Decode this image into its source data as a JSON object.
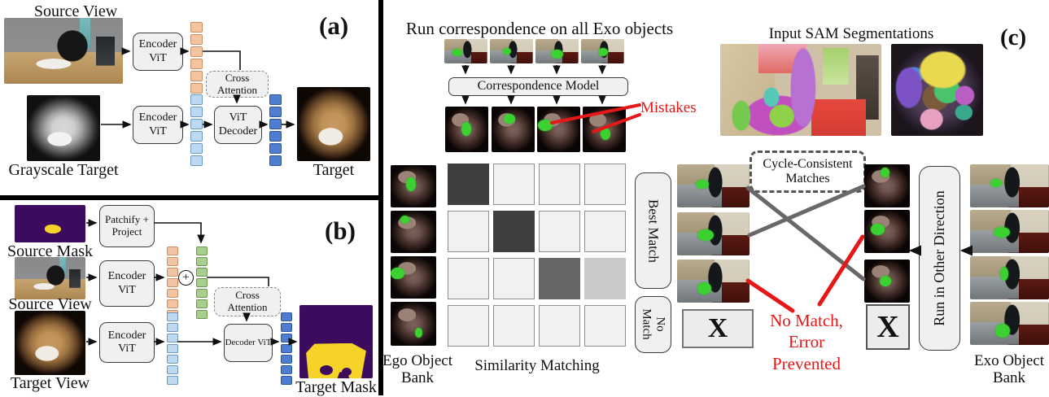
{
  "panels": {
    "a": {
      "label": "(a)",
      "source_view_label": "Source View",
      "grayscale_target_label": "Grayscale Target",
      "target_label": "Target",
      "encoder_vit_top": "Encoder ViT",
      "encoder_vit_bottom": "Encoder ViT",
      "cross_attention": "Cross Attention",
      "vit_decoder": "ViT Decoder"
    },
    "b": {
      "label": "(b)",
      "source_mask_label": "Source Mask",
      "source_view_label": "Source View",
      "target_view_label": "Target View",
      "target_mask_label": "Target Mask",
      "patchify_project": "Patchify + Project",
      "encoder_vit_top": "Encoder ViT",
      "encoder_vit_bottom": "Encoder ViT",
      "cross_attention": "Cross Attention",
      "decoder_vit": "Decoder ViT",
      "plus_icon": "+"
    },
    "c": {
      "label": "(c)",
      "run_correspondence_heading": "Run correspondence on all Exo objects",
      "correspondence_model": "Correspondence Model",
      "mistakes_label": "Mistakes",
      "input_sam_heading": "Input SAM Segmentations",
      "ego_object_bank_label": "Ego Object Bank",
      "similarity_matching_label": "Similarity Matching",
      "best_match_label": "Best Match",
      "no_match_label": "No Match",
      "cycle_consistent_label": "Cycle-Consistent Matches",
      "no_match_error_label": "No Match, Error Prevented",
      "run_other_direction_label": "Run in Other Direction",
      "exo_object_bank_label": "Exo Object Bank",
      "x_mark_left": "X",
      "x_mark_right": "X"
    }
  },
  "similarity_matrix": {
    "rows": [
      [
        "dark",
        "light",
        "light",
        "light"
      ],
      [
        "light",
        "dark",
        "light",
        "light"
      ],
      [
        "light",
        "light",
        "medium",
        "faint"
      ],
      [
        "light",
        "light",
        "light",
        "light"
      ]
    ]
  },
  "tokens": {
    "a_orange": {
      "count": 6,
      "fill": "#f2c4a2",
      "border": "#c98e66",
      "w": 13,
      "h": 11
    },
    "a_lightblue": {
      "count": 6,
      "fill": "#bdd8ef",
      "border": "#6899c4",
      "w": 13,
      "h": 11
    },
    "a_blue": {
      "count": 6,
      "fill": "#4f7ed0",
      "border": "#2f5597",
      "w": 13,
      "h": 11
    },
    "b_orange": {
      "count": 7,
      "fill": "#f2c4a2",
      "border": "#c98e66",
      "w": 12,
      "h": 9
    },
    "b_green": {
      "count": 7,
      "fill": "#a8cf8e",
      "border": "#6e9550",
      "w": 12,
      "h": 9
    },
    "b_lightblue": {
      "count": 7,
      "fill": "#bdd8ef",
      "border": "#6899c4",
      "w": 12,
      "h": 9
    },
    "b_blue": {
      "count": 7,
      "fill": "#4f7ed0",
      "border": "#2f5597",
      "w": 12,
      "h": 9
    }
  },
  "colors": {
    "matrix_dark": "#3f3f3f",
    "matrix_medium": "#666666",
    "matrix_faint": "#c9c9c9",
    "matrix_light": "#f1f1f1",
    "highlight_green": "#3bd231",
    "annotation_red": "#e51717",
    "match_line_gray": "#686868",
    "box_fill": "#f0f0f0",
    "mask_purple": "#3d0b5e",
    "mask_yellow": "#f5d327"
  }
}
